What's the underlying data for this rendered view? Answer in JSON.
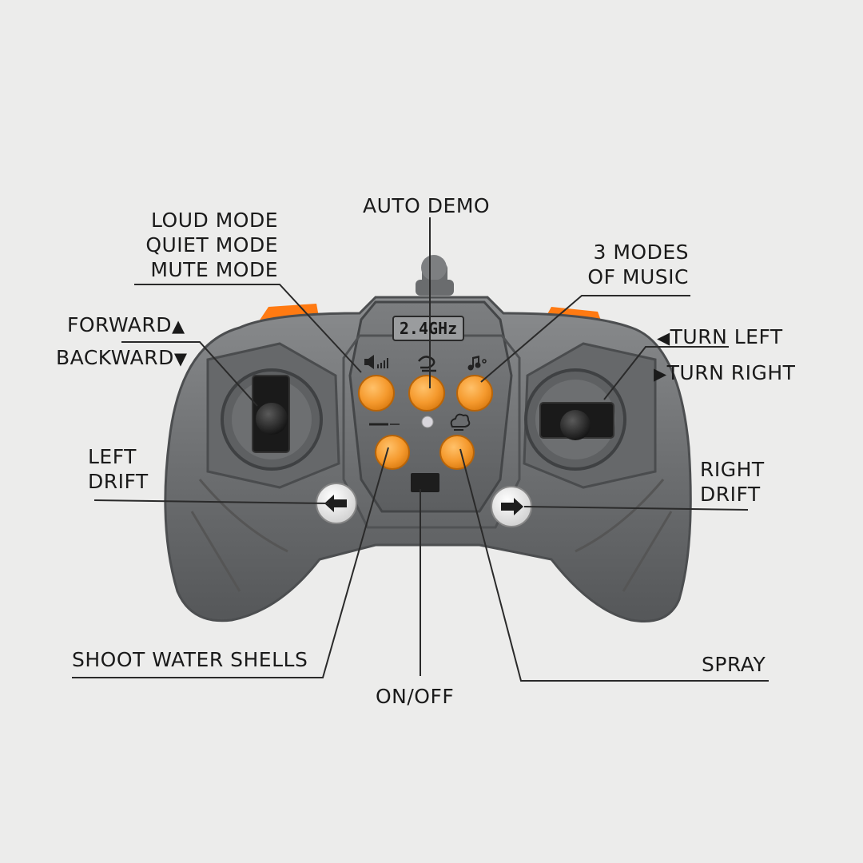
{
  "labels": {
    "volume_modes": [
      "LOUD MODE",
      "QUIET MODE",
      "MUTE MODE"
    ],
    "auto_demo": "AUTO DEMO",
    "music_modes": [
      "3 MODES",
      "OF MUSIC"
    ],
    "forward": "FORWARD",
    "backward": "BACKWARD",
    "turn_left": "TURN LEFT",
    "turn_right": "TURN RIGHT",
    "left_drift": [
      "LEFT",
      "DRIFT"
    ],
    "right_drift": [
      "RIGHT",
      "DRIFT"
    ],
    "shoot_water_shells": "SHOOT WATER SHELLS",
    "on_off": "ON/OFF",
    "spray": "SPRAY"
  },
  "controller": {
    "frequency_badge": "2.4GHz"
  },
  "icons": {
    "forward_arrow": "arrow-up-icon",
    "backward_arrow": "arrow-down-icon",
    "turn_left_arrow": "arrow-left-icon",
    "turn_right_arrow": "arrow-right-icon",
    "volume": "volume-icon",
    "demo": "auto-demo-icon",
    "music": "music-note-icon",
    "shoot": "water-gun-icon",
    "spray": "spray-cloud-icon"
  },
  "colors": {
    "background": "#ececeb",
    "body_gray": "#6e7072",
    "body_dark": "#4a4c4e",
    "button_orange": "#f59a2e",
    "trigger_orange": "#ff7a12",
    "leader_line": "#2a2a2a"
  }
}
